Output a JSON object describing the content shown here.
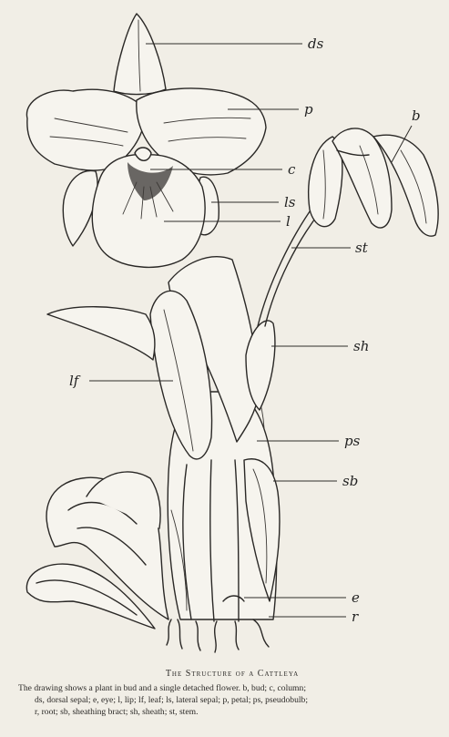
{
  "figure": {
    "labels": {
      "ds": "ds",
      "p": "p",
      "c": "c",
      "ls": "ls",
      "l": "l",
      "b": "b",
      "st": "st",
      "sh": "sh",
      "lf": "lf",
      "ps": "ps",
      "sb": "sb",
      "e": "e",
      "r": "r"
    }
  },
  "caption": {
    "title": "The Structure of a Cattleya",
    "line1": "The drawing shows a plant in bud and a single detached flower.  b, bud; c, column;",
    "line2": "ds, dorsal sepal; e, eye; l, lip; lf, leaf; ls, lateral sepal; p, petal; ps, pseudobulb;",
    "line3": "r, root; sb, sheathing bract; sh, sheath; st, stem."
  }
}
